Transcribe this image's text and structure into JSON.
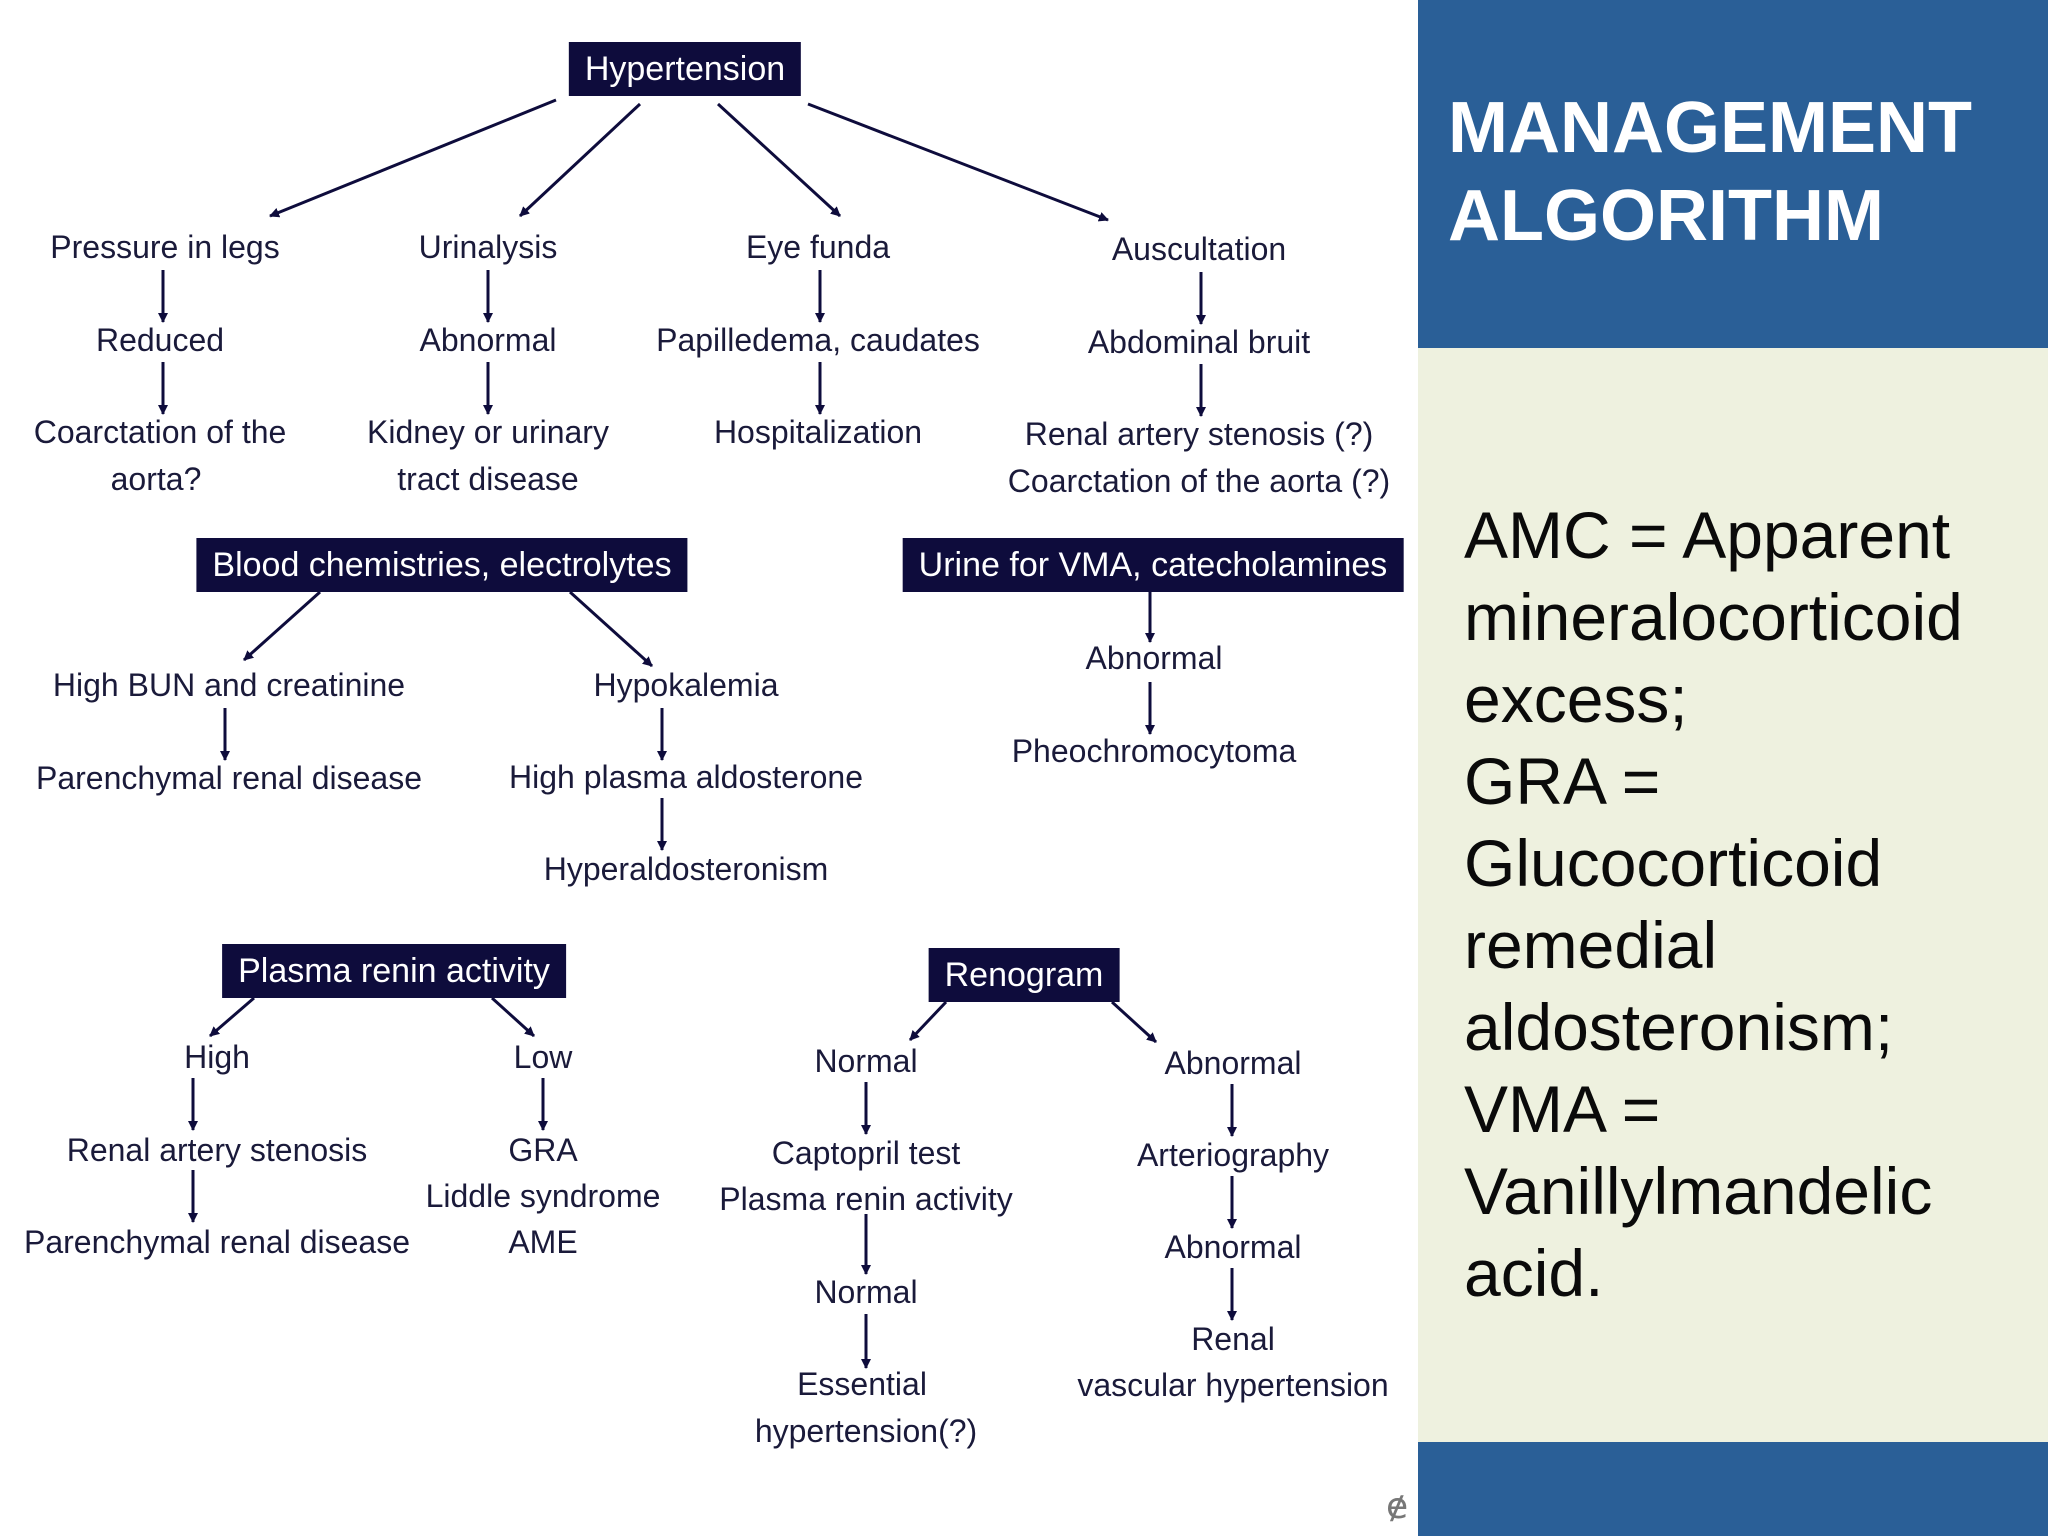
{
  "side_panel": {
    "title_line1": "MANAGEMENT",
    "title_line2": "ALGORITHM",
    "note_lines": [
      "AMC = Apparent",
      "mineralocorticoid",
      "excess;",
      "GRA =",
      "Glucocorticoid",
      "remedial",
      "aldosteronism;",
      "VMA =",
      "Vanillylmandelic",
      "acid."
    ]
  },
  "colors": {
    "box_fill": "#0e0c3c",
    "arrow": "#0e0c3c",
    "header": "#2a5f97",
    "note_bg": "#eef1df"
  },
  "flowchart": {
    "root": "Hypertension",
    "pressure": {
      "title": "Pressure in legs",
      "result": "Reduced",
      "outcome_1": "Coarctation of the",
      "outcome_2": "aorta?"
    },
    "urinalysis": {
      "title": "Urinalysis",
      "result": "Abnormal",
      "outcome_1": "Kidney or urinary",
      "outcome_2": "tract disease"
    },
    "eye": {
      "title": "Eye funda",
      "result": "Papilledema, caudates",
      "outcome": "Hospitalization"
    },
    "auscultation": {
      "title": "Auscultation",
      "result": "Abdominal bruit",
      "outcome_1": "Renal artery stenosis (?)",
      "outcome_2": "Coarctation of the aorta (?)"
    },
    "blood": {
      "box": "Blood chemistries, electrolytes",
      "left_result": "High BUN and creatinine",
      "left_outcome": "Parenchymal renal disease",
      "right_result": "Hypokalemia",
      "right_step": "High plasma aldosterone",
      "right_outcome": "Hyperaldosteronism"
    },
    "urine": {
      "box": "Urine for VMA, catecholamines",
      "result": "Abnormal",
      "outcome": "Pheochromocytoma"
    },
    "renin": {
      "box": "Plasma renin activity",
      "high": "High",
      "high_step": "Renal artery stenosis",
      "high_outcome": "Parenchymal renal disease",
      "low": "Low",
      "low_1": "GRA",
      "low_2": "Liddle syndrome",
      "low_3": "AME"
    },
    "renogram": {
      "box": "Renogram",
      "normal": "Normal",
      "normal_step_1": "Captopril test",
      "normal_step_2": "Plasma renin activity",
      "normal_result": "Normal",
      "normal_outcome_1": "Essential",
      "normal_outcome_2": "hypertension(?)",
      "abnormal": "Abnormal",
      "abnormal_step": "Arteriography",
      "abnormal_result": "Abnormal",
      "abnormal_outcome_1": "Renal",
      "abnormal_outcome_2": "vascular hypertension"
    }
  }
}
